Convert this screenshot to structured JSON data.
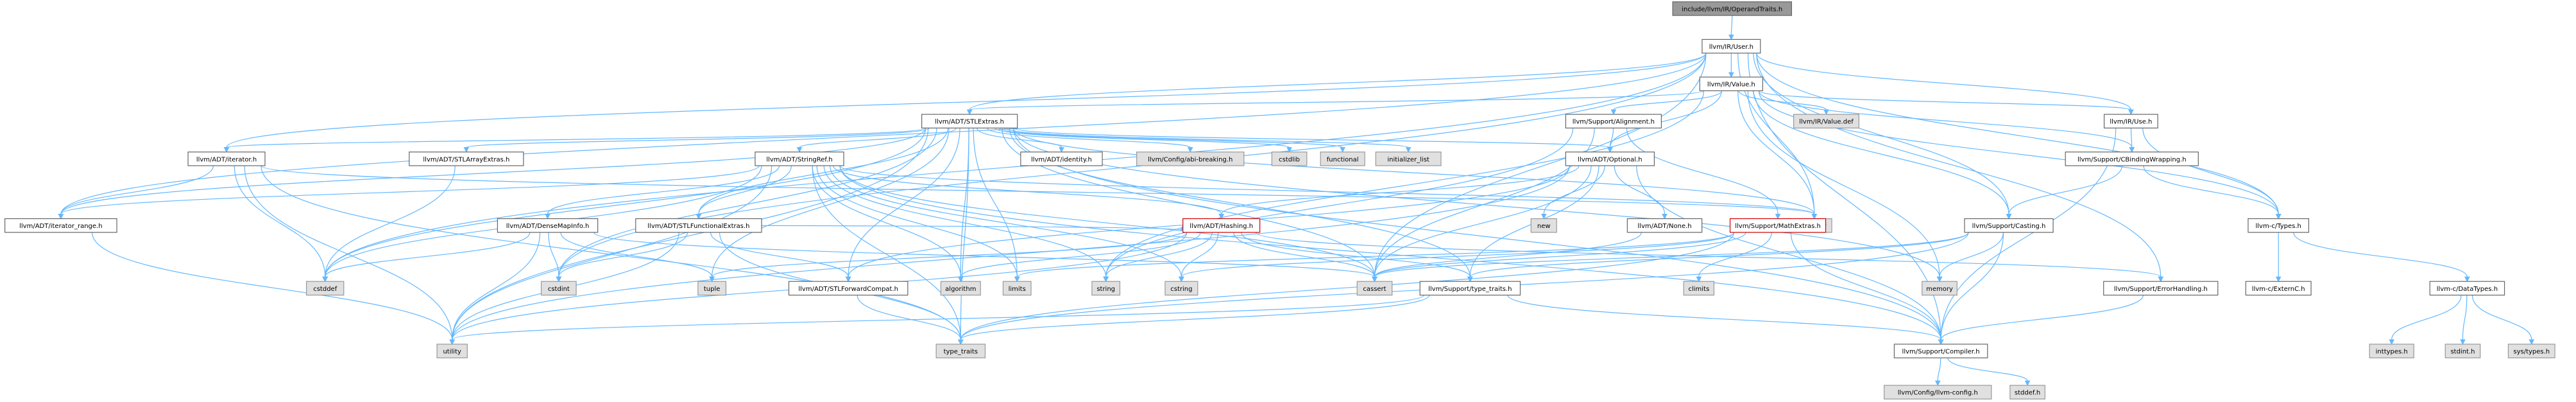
{
  "graph": {
    "nodes": [
      {
        "id": "root",
        "label": "include/llvm/IR/OperandTraits.h",
        "kind": "root"
      },
      {
        "id": "user",
        "label": "llvm/IR/User.h",
        "kind": "internal"
      },
      {
        "id": "value",
        "label": "llvm/IR/Value.h",
        "kind": "internal"
      },
      {
        "id": "stlextras",
        "label": "llvm/ADT/STLExtras.h",
        "kind": "internal"
      },
      {
        "id": "alignment",
        "label": "llvm/Support/Alignment.h",
        "kind": "internal"
      },
      {
        "id": "valuedef",
        "label": "llvm/IR/Value.def",
        "kind": "system"
      },
      {
        "id": "use",
        "label": "llvm/IR/Use.h",
        "kind": "internal"
      },
      {
        "id": "adtiterator",
        "label": "llvm/ADT/iterator.h",
        "kind": "internal"
      },
      {
        "id": "stlarray",
        "label": "llvm/ADT/STLArrayExtras.h",
        "kind": "internal"
      },
      {
        "id": "stringref",
        "label": "llvm/ADT/StringRef.h",
        "kind": "internal"
      },
      {
        "id": "identity",
        "label": "llvm/ADT/identity.h",
        "kind": "internal"
      },
      {
        "id": "abibreaking",
        "label": "llvm/Config/abi-breaking.h",
        "kind": "system"
      },
      {
        "id": "cstdlib",
        "label": "cstdlib",
        "kind": "system"
      },
      {
        "id": "functional",
        "label": "functional",
        "kind": "system"
      },
      {
        "id": "initlist",
        "label": "initializer_list",
        "kind": "system"
      },
      {
        "id": "optional",
        "label": "llvm/ADT/Optional.h",
        "kind": "internal"
      },
      {
        "id": "cbinding",
        "label": "llvm/Support/CBindingWrapping.h",
        "kind": "internal"
      },
      {
        "id": "iterator",
        "label": "iterator",
        "kind": "system"
      },
      {
        "id": "iterrange",
        "label": "llvm/ADT/iterator_range.h",
        "kind": "internal"
      },
      {
        "id": "densemapinfo",
        "label": "llvm/ADT/DenseMapInfo.h",
        "kind": "internal"
      },
      {
        "id": "stlfunctional",
        "label": "llvm/ADT/STLFunctionalExtras.h",
        "kind": "internal"
      },
      {
        "id": "hashing",
        "label": "llvm/ADT/Hashing.h",
        "kind": "highlight"
      },
      {
        "id": "new",
        "label": "new",
        "kind": "system"
      },
      {
        "id": "none",
        "label": "llvm/ADT/None.h",
        "kind": "internal"
      },
      {
        "id": "mathextras",
        "label": "llvm/Support/MathExtras.h",
        "kind": "highlight"
      },
      {
        "id": "casting",
        "label": "llvm/Support/Casting.h",
        "kind": "internal"
      },
      {
        "id": "ctypes",
        "label": "llvm-c/Types.h",
        "kind": "internal"
      },
      {
        "id": "cstddef",
        "label": "cstddef",
        "kind": "system"
      },
      {
        "id": "cstdint",
        "label": "cstdint",
        "kind": "system"
      },
      {
        "id": "tuple",
        "label": "tuple",
        "kind": "system"
      },
      {
        "id": "stlforward",
        "label": "llvm/ADT/STLForwardCompat.h",
        "kind": "internal"
      },
      {
        "id": "algorithm",
        "label": "algorithm",
        "kind": "system"
      },
      {
        "id": "limits",
        "label": "limits",
        "kind": "system"
      },
      {
        "id": "string",
        "label": "string",
        "kind": "system"
      },
      {
        "id": "cstring",
        "label": "cstring",
        "kind": "system"
      },
      {
        "id": "cassert",
        "label": "cassert",
        "kind": "system"
      },
      {
        "id": "typetraits_h",
        "label": "llvm/Support/type_traits.h",
        "kind": "internal"
      },
      {
        "id": "climits",
        "label": "climits",
        "kind": "system"
      },
      {
        "id": "memory",
        "label": "memory",
        "kind": "system"
      },
      {
        "id": "errorhandling",
        "label": "llvm/Support/ErrorHandling.h",
        "kind": "internal"
      },
      {
        "id": "externc",
        "label": "llvm-c/ExternC.h",
        "kind": "internal"
      },
      {
        "id": "datatypes",
        "label": "llvm-c/DataTypes.h",
        "kind": "internal"
      },
      {
        "id": "utility",
        "label": "utility",
        "kind": "system"
      },
      {
        "id": "type_traits",
        "label": "type_traits",
        "kind": "system"
      },
      {
        "id": "compiler",
        "label": "llvm/Support/Compiler.h",
        "kind": "internal"
      },
      {
        "id": "inttypes",
        "label": "inttypes.h",
        "kind": "system"
      },
      {
        "id": "stdint",
        "label": "stdint.h",
        "kind": "system"
      },
      {
        "id": "systypes",
        "label": "sys/types.h",
        "kind": "system"
      },
      {
        "id": "llvmconfig",
        "label": "llvm/Config/llvm-config.h",
        "kind": "system"
      },
      {
        "id": "stddef",
        "label": "stddef.h",
        "kind": "system"
      }
    ],
    "edges": [
      [
        "root",
        "user"
      ],
      [
        "user",
        "value"
      ],
      [
        "user",
        "use"
      ],
      [
        "user",
        "stlextras"
      ],
      [
        "user",
        "adtiterator"
      ],
      [
        "user",
        "iterrange"
      ],
      [
        "user",
        "casting"
      ],
      [
        "user",
        "compiler"
      ],
      [
        "user",
        "errorhandling"
      ],
      [
        "user",
        "cassert"
      ],
      [
        "user",
        "cstddef"
      ],
      [
        "user",
        "cstdint"
      ],
      [
        "user",
        "iterator"
      ],
      [
        "user",
        "ctypes"
      ],
      [
        "value",
        "stlextras"
      ],
      [
        "value",
        "alignment"
      ],
      [
        "value",
        "valuedef"
      ],
      [
        "value",
        "use"
      ],
      [
        "value",
        "cbinding"
      ],
      [
        "value",
        "casting"
      ],
      [
        "value",
        "ctypes"
      ],
      [
        "value",
        "iterator"
      ],
      [
        "value",
        "memory"
      ],
      [
        "value",
        "string"
      ],
      [
        "value",
        "optional"
      ],
      [
        "stlextras",
        "adtiterator"
      ],
      [
        "stlextras",
        "stlarray"
      ],
      [
        "stlextras",
        "stringref"
      ],
      [
        "stlextras",
        "identity"
      ],
      [
        "stlextras",
        "abibreaking"
      ],
      [
        "stlextras",
        "cstdlib"
      ],
      [
        "stlextras",
        "functional"
      ],
      [
        "stlextras",
        "initlist"
      ],
      [
        "stlextras",
        "optional"
      ],
      [
        "stlextras",
        "iterator"
      ],
      [
        "stlextras",
        "iterrange"
      ],
      [
        "stlextras",
        "stlfunctional"
      ],
      [
        "stlextras",
        "stlforward"
      ],
      [
        "stlextras",
        "cstddef"
      ],
      [
        "stlextras",
        "cstdint"
      ],
      [
        "stlextras",
        "tuple"
      ],
      [
        "stlextras",
        "algorithm"
      ],
      [
        "stlextras",
        "limits"
      ],
      [
        "stlextras",
        "cassert"
      ],
      [
        "stlextras",
        "typetraits_h"
      ],
      [
        "stlextras",
        "utility"
      ],
      [
        "stlextras",
        "type_traits"
      ],
      [
        "stlextras",
        "memory"
      ],
      [
        "stlextras",
        "compiler"
      ],
      [
        "alignment",
        "mathextras"
      ],
      [
        "alignment",
        "cassert"
      ],
      [
        "alignment",
        "optional"
      ],
      [
        "alignment",
        "string"
      ],
      [
        "use",
        "cbinding"
      ],
      [
        "use",
        "compiler"
      ],
      [
        "use",
        "ctypes"
      ],
      [
        "adtiterator",
        "iterrange"
      ],
      [
        "adtiterator",
        "cstddef"
      ],
      [
        "adtiterator",
        "iterator"
      ],
      [
        "adtiterator",
        "type_traits"
      ],
      [
        "adtiterator",
        "utility"
      ],
      [
        "stlarray",
        "cstddef"
      ],
      [
        "stringref",
        "densemapinfo"
      ],
      [
        "stringref",
        "stlfunctional"
      ],
      [
        "stringref",
        "iterrange"
      ],
      [
        "stringref",
        "compiler"
      ],
      [
        "stringref",
        "algorithm"
      ],
      [
        "stringref",
        "cassert"
      ],
      [
        "stringref",
        "cstddef"
      ],
      [
        "stringref",
        "cstring"
      ],
      [
        "stringref",
        "limits"
      ],
      [
        "stringref",
        "string"
      ],
      [
        "stringref",
        "type_traits"
      ],
      [
        "stringref",
        "utility"
      ],
      [
        "stringref",
        "hashing"
      ],
      [
        "stringref",
        "iterator"
      ],
      [
        "optional",
        "hashing"
      ],
      [
        "optional",
        "none"
      ],
      [
        "optional",
        "stlforward"
      ],
      [
        "optional",
        "compiler"
      ],
      [
        "optional",
        "typetraits_h"
      ],
      [
        "optional",
        "cassert"
      ],
      [
        "optional",
        "new"
      ],
      [
        "optional",
        "utility"
      ],
      [
        "cbinding",
        "ctypes"
      ],
      [
        "cbinding",
        "casting"
      ],
      [
        "iterrange",
        "utility"
      ],
      [
        "densemapinfo",
        "hashing"
      ],
      [
        "densemapinfo",
        "cassert"
      ],
      [
        "densemapinfo",
        "cstddef"
      ],
      [
        "densemapinfo",
        "cstdint"
      ],
      [
        "densemapinfo",
        "tuple"
      ],
      [
        "densemapinfo",
        "utility"
      ],
      [
        "stlfunctional",
        "stlforward"
      ],
      [
        "stlfunctional",
        "cstdint"
      ],
      [
        "stlfunctional",
        "type_traits"
      ],
      [
        "stlfunctional",
        "utility"
      ],
      [
        "hashing",
        "errorhandling"
      ],
      [
        "hashing",
        "typetraits_h"
      ],
      [
        "hashing",
        "algorithm"
      ],
      [
        "hashing",
        "cassert"
      ],
      [
        "hashing",
        "cstring"
      ],
      [
        "hashing",
        "string"
      ],
      [
        "hashing",
        "tuple"
      ],
      [
        "hashing",
        "utility"
      ],
      [
        "none",
        "cassert"
      ],
      [
        "mathextras",
        "compiler"
      ],
      [
        "mathextras",
        "cassert"
      ],
      [
        "mathextras",
        "climits"
      ],
      [
        "mathextras",
        "cstring"
      ],
      [
        "mathextras",
        "limits"
      ],
      [
        "mathextras",
        "type_traits"
      ],
      [
        "casting",
        "compiler"
      ],
      [
        "casting",
        "typetraits_h"
      ],
      [
        "casting",
        "cassert"
      ],
      [
        "casting",
        "memory"
      ],
      [
        "casting",
        "type_traits"
      ],
      [
        "ctypes",
        "externc"
      ],
      [
        "ctypes",
        "datatypes"
      ],
      [
        "stlforward",
        "type_traits"
      ],
      [
        "typetraits_h",
        "compiler"
      ],
      [
        "typetraits_h",
        "type_traits"
      ],
      [
        "typetraits_h",
        "utility"
      ],
      [
        "errorhandling",
        "compiler"
      ],
      [
        "datatypes",
        "inttypes"
      ],
      [
        "datatypes",
        "stdint"
      ],
      [
        "datatypes",
        "systypes"
      ],
      [
        "compiler",
        "llvmconfig"
      ],
      [
        "compiler",
        "stddef"
      ]
    ]
  }
}
